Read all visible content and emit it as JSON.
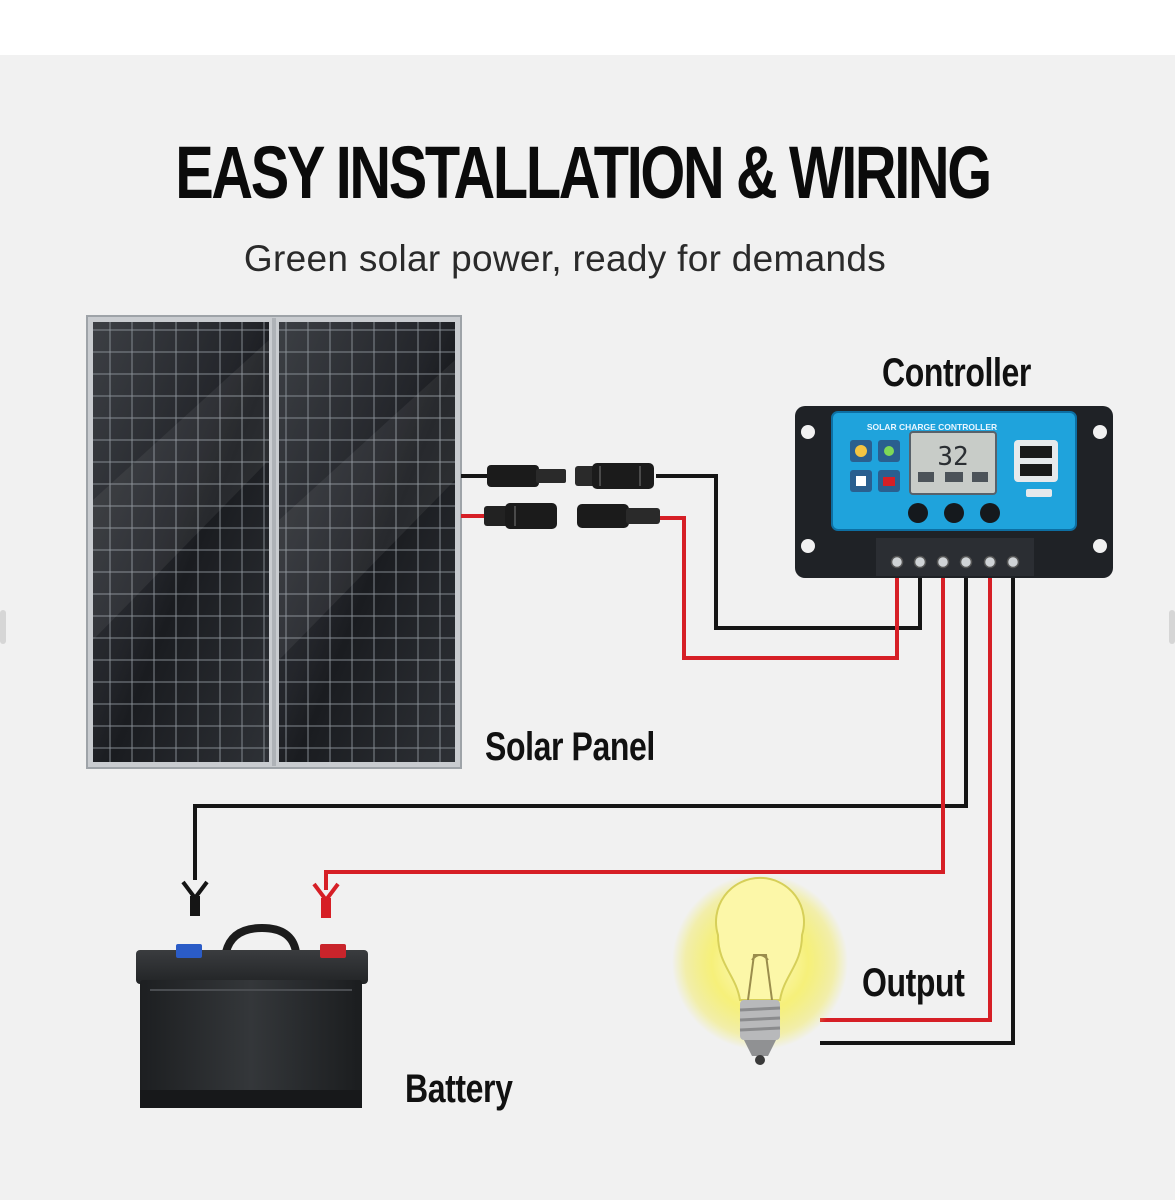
{
  "header": {
    "title": "EASY INSTALLATION & WIRING",
    "subtitle": "Green solar power, ready for demands"
  },
  "labels": {
    "controller": "Controller",
    "solar_panel": "Solar Panel",
    "output": "Output",
    "battery": "Battery"
  },
  "controller_device": {
    "header_text": "SOLAR CHARGE CONTROLLER",
    "display_value": "32"
  },
  "colors": {
    "positive_wire": "#d61f26",
    "negative_wire": "#151515",
    "controller_panel": "#1fa3dc",
    "bulb_glow": "#f5ef4a",
    "battery_body": "#2b2d2f"
  }
}
